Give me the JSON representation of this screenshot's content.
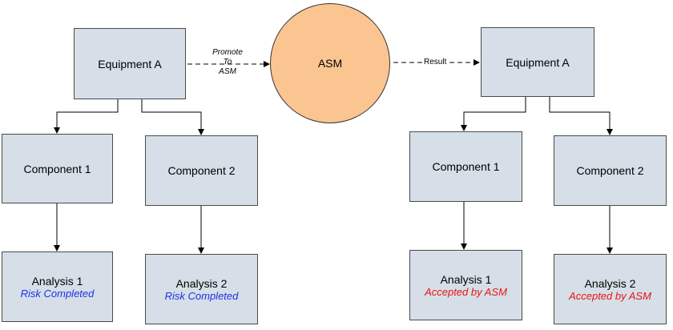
{
  "diagram": {
    "left": {
      "equipment": "Equipment A",
      "component1": "Component 1",
      "component2": "Component 2",
      "analysis1": {
        "title": "Analysis 1",
        "status": "Risk Completed"
      },
      "analysis2": {
        "title": "Analysis 2",
        "status": "Risk Completed"
      }
    },
    "promote_label": [
      "Promote",
      "To",
      "ASM"
    ],
    "asm": "ASM",
    "result_label": "Result",
    "right": {
      "equipment": "Equipment A",
      "component1": "Component 1",
      "component2": "Component 2",
      "analysis1": {
        "title": "Analysis 1",
        "status": "Accepted by ASM"
      },
      "analysis2": {
        "title": "Analysis 2",
        "status": "Accepted by ASM"
      }
    },
    "colors": {
      "box_fill": "#d6dfe8",
      "circle_fill": "#fbc592",
      "risk_completed": "#1f2fe8",
      "accepted": "#ee1111"
    }
  }
}
